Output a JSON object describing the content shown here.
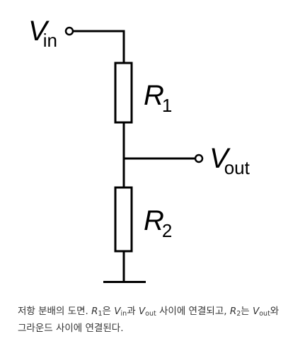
{
  "diagram": {
    "labels": {
      "vin": {
        "main": "V",
        "sub": "in"
      },
      "vout": {
        "main": "V",
        "sub": "out"
      },
      "r1": {
        "main": "R",
        "sub": "1"
      },
      "r2": {
        "main": "R",
        "sub": "2"
      }
    }
  },
  "caption": {
    "t1": "저항 분배의 도면. ",
    "r1_main": "R",
    "r1_sub": "1",
    "t2": "은 ",
    "vin_main": "V",
    "vin_sub": "in",
    "t3": "과 ",
    "vout_main": "V",
    "vout_sub": "out",
    "t4": " 사이에 연결되고, ",
    "r2_main": "R",
    "r2_sub": "2",
    "t5": "는 ",
    "vout2_main": "V",
    "vout2_sub": "out",
    "t6": "와 그라운드 사이에 연결된다."
  }
}
